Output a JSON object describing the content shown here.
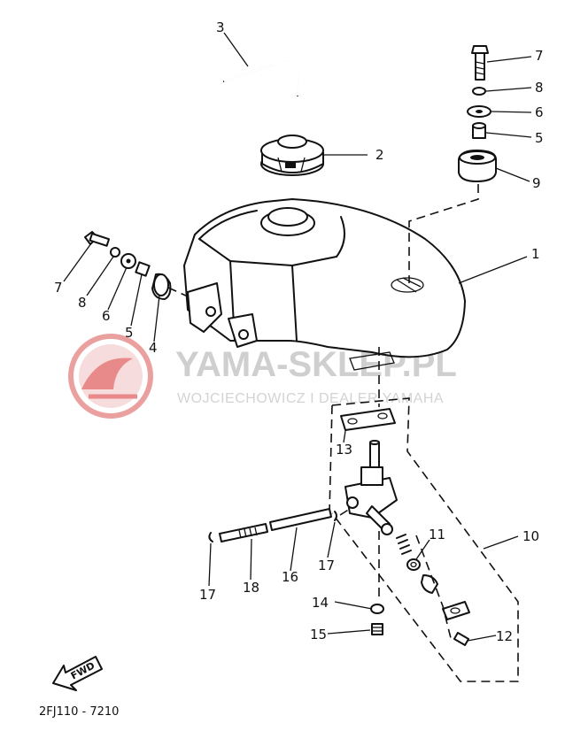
{
  "watermark": {
    "title": "YAMA-SKLEP.PL",
    "subtitle": "WOJCIECHOWICZ I DEALER YAMAHA",
    "logo_color": "#e87a7a",
    "text_color": "#cfcfcf"
  },
  "callouts": {
    "c1": "1",
    "c2": "2",
    "c3": "3",
    "c4": "4",
    "c5a": "5",
    "c5b": "5",
    "c6a": "6",
    "c6b": "6",
    "c7a": "7",
    "c7b": "7",
    "c8a": "8",
    "c8b": "8",
    "c9": "9",
    "c10": "10",
    "c11": "11",
    "c12": "12",
    "c13": "13",
    "c14": "14",
    "c15": "15",
    "c16": "16",
    "c17a": "17",
    "c17b": "17",
    "c18": "18"
  },
  "fwd_label": "FWD",
  "diagram_code": "2FJ110 - 7210"
}
